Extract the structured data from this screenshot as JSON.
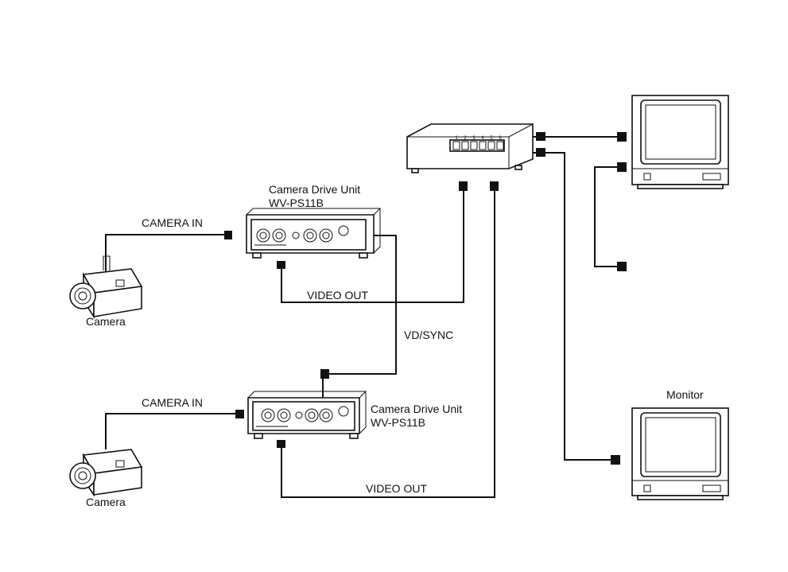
{
  "labels": {
    "camera_in_1": "CAMERA IN",
    "camera_in_2": "CAMERA IN",
    "video_out_1": "VIDEO OUT",
    "video_out_2": "VIDEO OUT",
    "vd_sync": "VD/SYNC",
    "cdu1_name": "Camera Drive Unit",
    "cdu1_model": "WV-PS11B",
    "cdu2_name": "Camera Drive Unit",
    "cdu2_model": "WV-PS11B",
    "camera_1": "Camera",
    "camera_2": "Camera",
    "monitor": "Monitor",
    "switcher_numbers": [
      "1",
      "2",
      "3",
      "4",
      "5",
      "6"
    ]
  },
  "colors": {
    "ink": "#111111",
    "background": "#ffffff"
  }
}
